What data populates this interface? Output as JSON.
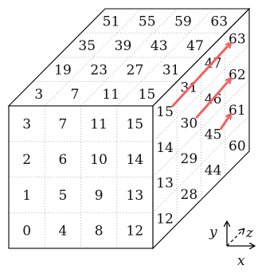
{
  "cube": {
    "front_rows": [
      [
        "3",
        "7",
        "11",
        "15"
      ],
      [
        "2",
        "6",
        "10",
        "14"
      ],
      [
        "1",
        "5",
        "9",
        "13"
      ],
      [
        "0",
        "4",
        "8",
        "12"
      ]
    ],
    "top_rows": [
      [
        "51",
        "55",
        "59",
        "63"
      ],
      [
        "35",
        "39",
        "43",
        "47"
      ],
      [
        "19",
        "23",
        "27",
        "31"
      ],
      [
        "3",
        "7",
        "11",
        "15"
      ]
    ],
    "right_columns": [
      [
        "15",
        "14",
        "13",
        "12"
      ],
      [
        "31",
        "30",
        "29",
        "28"
      ],
      [
        "47",
        "46",
        "45",
        "44"
      ],
      [
        "63",
        "62",
        "61",
        "60"
      ]
    ]
  },
  "arrows": [
    {
      "from": "15",
      "to": "63"
    },
    {
      "from": "30",
      "to": "62"
    },
    {
      "from": "45",
      "to": "61"
    }
  ],
  "arrow_color": "#f06262",
  "axes": {
    "x": "x",
    "y": "y",
    "z": "z"
  }
}
